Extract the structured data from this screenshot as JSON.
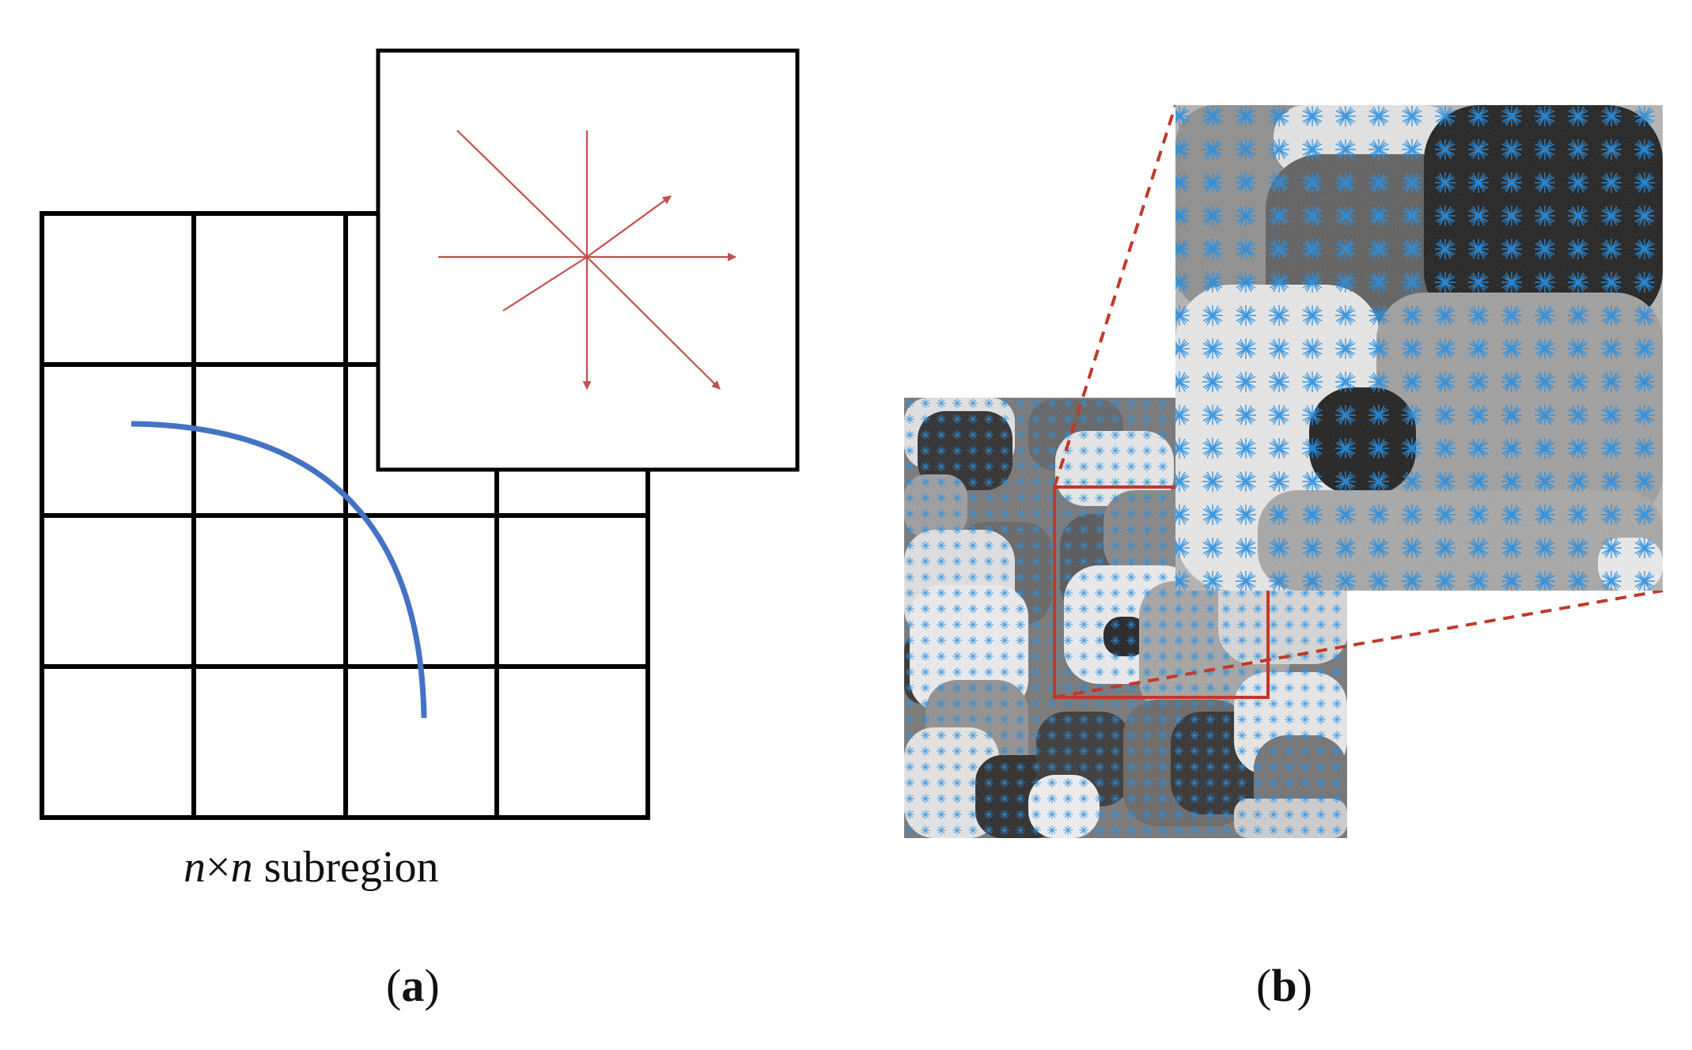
{
  "panel_a": {
    "caption_var": "n",
    "caption_times": "×",
    "caption_rest": " subregion",
    "label_open": "(",
    "label_letter": "a",
    "label_close": ")",
    "grid_rows": 4,
    "grid_cols": 4,
    "colors": {
      "grid": "#000000",
      "curve": "#4472c4",
      "arrows": "#c0504d"
    }
  },
  "panel_b": {
    "label_open": "(",
    "label_letter": "b",
    "label_close": ")",
    "colors": {
      "zoom_box": "#c0392b",
      "markers": "#2a8fe0"
    }
  }
}
